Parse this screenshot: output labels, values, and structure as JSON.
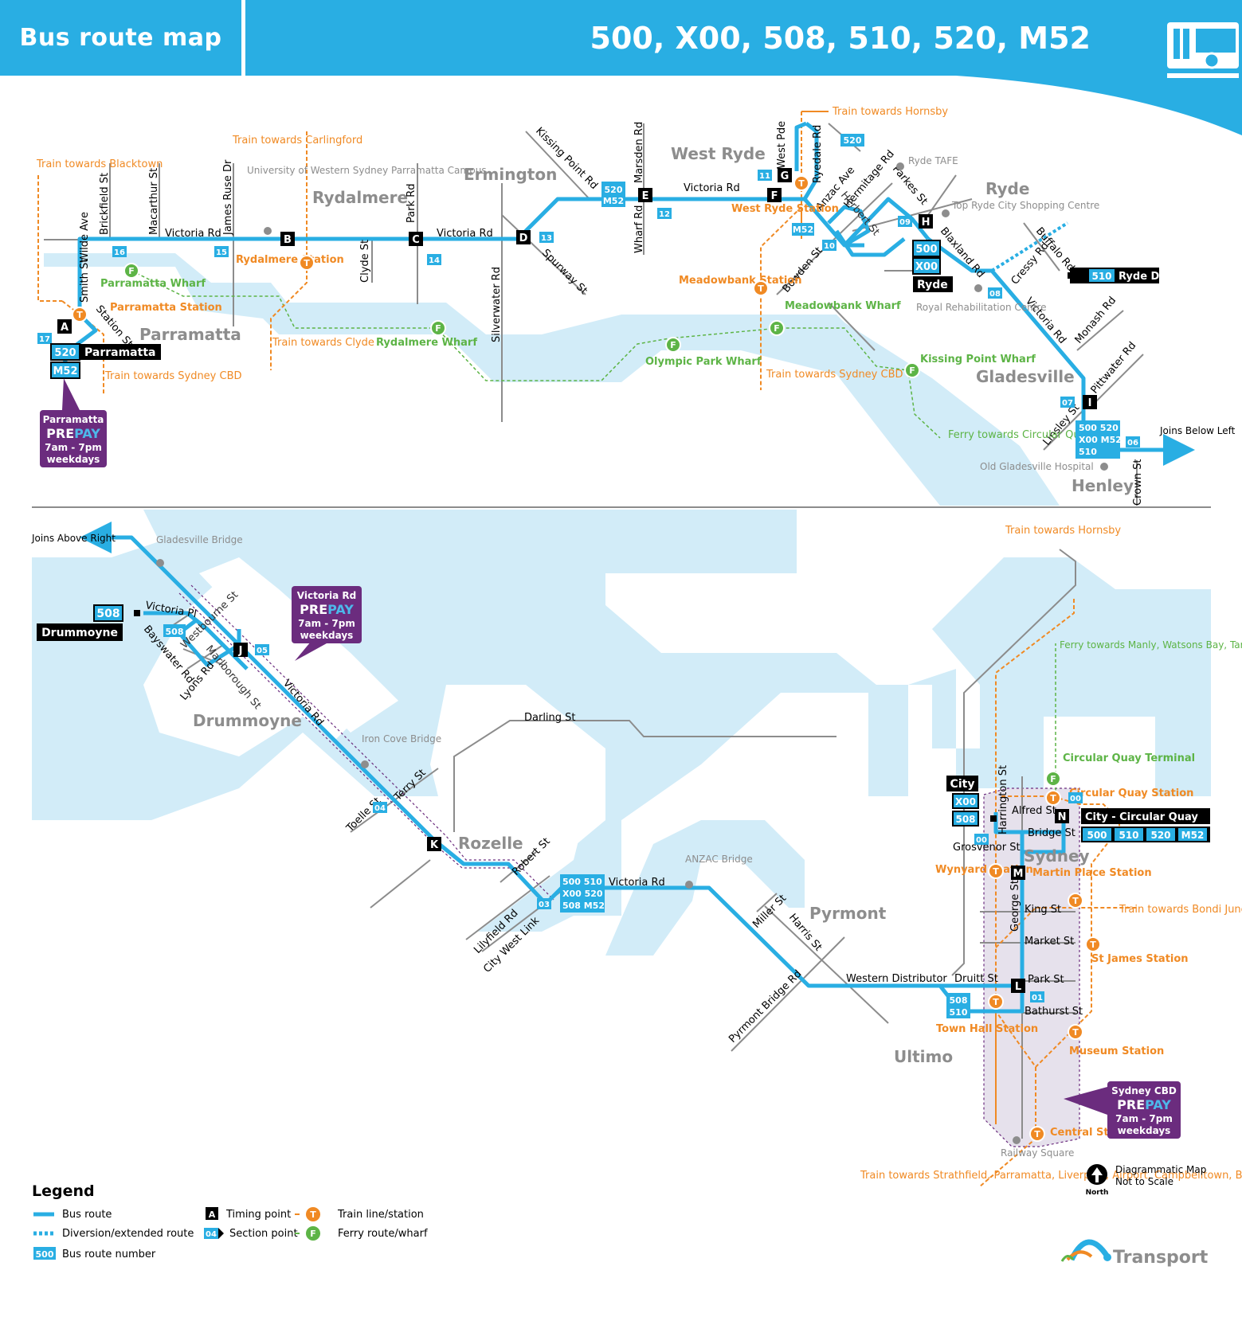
{
  "header": {
    "title": "Bus route map",
    "routes": "500, X00, 508, 510, 520, M52",
    "bus_icon": "bus-icon"
  },
  "colors": {
    "bus": "#29aee3",
    "water": "#d2ecf8",
    "train": "#f08a24",
    "ferry": "#5db446",
    "road": "#8c8c8c",
    "prepay": "#6b2c7e",
    "cbd_zone": "#e6e1ec",
    "suburb": "#8d8d8d"
  },
  "top_map": {
    "suburbs": [
      "Parramatta",
      "Rydalmere",
      "Ermington",
      "West Ryde",
      "Ryde",
      "Gladesville",
      "Henley"
    ],
    "timing_points": [
      {
        "id": "A",
        "label": "A"
      },
      {
        "id": "B",
        "label": "B"
      },
      {
        "id": "C",
        "label": "C"
      },
      {
        "id": "D",
        "label": "D"
      },
      {
        "id": "E",
        "label": "E"
      },
      {
        "id": "F",
        "label": "F"
      },
      {
        "id": "G",
        "label": "G"
      },
      {
        "id": "H",
        "label": "H"
      },
      {
        "id": "I",
        "label": "I"
      }
    ],
    "section_points": [
      "17",
      "16",
      "15",
      "14",
      "13",
      "12",
      "11",
      "10",
      "09",
      "08",
      "07",
      "06"
    ],
    "streets": [
      "Smith St",
      "Wilde Ave",
      "Brickfield St",
      "Macarthur St",
      "James Ruse Dr",
      "Victoria Rd",
      "Clyde St",
      "Park Rd",
      "Silverwater Rd",
      "Spurway St",
      "Kissing Point Rd",
      "Marsden Rd",
      "Wharf Rd",
      "West Pde",
      "Ryedale Rd",
      "Anzac Ave",
      "Hermitage Rd",
      "Herbert St",
      "Parkes St",
      "Bowden St",
      "Blaxland Rd",
      "Cressy Rd",
      "Buffalo Rd",
      "Monash Rd",
      "Pittwater Rd",
      "Linsley St",
      "Crown St",
      "Station St"
    ],
    "train_labels": [
      "Train towards Blacktown",
      "Train towards Carlingford",
      "Train towards Clyde",
      "Train towards Sydney CBD",
      "Train towards Hornsby",
      "Train towards Sydney CBD"
    ],
    "stations": [
      "Parramatta Station",
      "Rydalmere Station",
      "West Ryde Station",
      "Meadowbank Station"
    ],
    "wharves": [
      "Parramatta Wharf",
      "Rydalmere Wharf",
      "Olympic Park Wharf",
      "Meadowbank Wharf",
      "Kissing Point Wharf"
    ],
    "ferry_note": "Ferry towards Circular Quay",
    "landmarks": [
      "University of Western Sydney Parramatta Campus",
      "Ryde TAFE",
      "Top Ryde City Shopping Centre",
      "Royal Rehabilitation Centre",
      "Old Gladesville Hospital"
    ],
    "terminus_parramatta": {
      "name": "Parramatta",
      "routes": [
        "520",
        "M52"
      ]
    },
    "terminus_ryde": {
      "name": "Ryde",
      "routes": [
        "500",
        "X00"
      ]
    },
    "terminus_ryde_depot": {
      "name": "Ryde Depot",
      "routes": [
        "510"
      ]
    },
    "route_tag_ermington": [
      "520",
      "M52"
    ],
    "route_tag_hornsby": "520",
    "route_tag_westryde": "M52",
    "route_tag_gladesville": [
      "500 520",
      "X00 M52",
      "510"
    ],
    "joins": "Joins Below Left",
    "prepay": {
      "place": "Parramatta",
      "brand_a": "PRE",
      "brand_b": "PAY",
      "hours": "7am - 7pm",
      "days": "weekdays"
    }
  },
  "bottom_map": {
    "suburbs": [
      "Drummoyne",
      "Rozelle",
      "Pyrmont",
      "Ultimo",
      "Sydney"
    ],
    "timing_points": [
      {
        "id": "J",
        "label": "J"
      },
      {
        "id": "K",
        "label": "K"
      },
      {
        "id": "L",
        "label": "L"
      },
      {
        "id": "M",
        "label": "M"
      },
      {
        "id": "N",
        "label": "N"
      }
    ],
    "section_points": [
      "05",
      "04",
      "03",
      "01",
      "00",
      "00"
    ],
    "streets": [
      "Victoria Pl",
      "Westbourne St",
      "Bayswater Rd",
      "Lyons Rd",
      "Marlborough St",
      "Victoria Rd",
      "Terry St",
      "Toelle St",
      "Darling St",
      "Robert St",
      "Lilyfield Rd",
      "City West Link",
      "Miller St",
      "Harris St",
      "Pyrmont Bridge Rd",
      "Western Distributor",
      "Druitt St",
      "Harrington St",
      "Alfred St",
      "Bridge St",
      "Grosvenor St",
      "George St",
      "King St",
      "Market St",
      "Park St",
      "Bathurst St"
    ],
    "bridges": [
      "Gladesville Bridge",
      "Iron Cove Bridge",
      "ANZAC Bridge",
      "Railway Square"
    ],
    "stations": [
      "Circular Quay Station",
      "Wynyard Station",
      "Martin Place Station",
      "St James Station",
      "Town Hall Station",
      "Museum Station",
      "Central Station"
    ],
    "wharf": "Circular Quay Terminal",
    "ferry_note": "Ferry towards Manly, Watsons Bay, Taronga Zoo, Mosman, Neutral Bay, Darling Harbour, Woolwich & Parramatta",
    "train_labels": [
      "Train towards Hornsby",
      "Train towards Bondi Junction",
      "Train towards Strathfield, Parramatta, Liverpool, Airport, Campbelltown, Bankstown & Sutherland"
    ],
    "joins": "Joins Above Right",
    "terminus_drummoyne": {
      "name": "Drummoyne",
      "routes": [
        "508"
      ]
    },
    "route_tag_drummoyne_loop": "508",
    "route_tag_rozelle": [
      "500 510",
      "X00 520",
      "508 M52"
    ],
    "route_tag_druitt": [
      "508",
      "510"
    ],
    "terminus_city": {
      "name": "City",
      "routes": [
        "X00",
        "508"
      ]
    },
    "terminus_cq": {
      "name": "City - Circular Quay",
      "routes": [
        "500",
        "510",
        "520",
        "M52"
      ]
    },
    "prepay_victoria": {
      "place": "Victoria Rd",
      "brand_a": "PRE",
      "brand_b": "PAY",
      "hours": "7am - 7pm",
      "days": "weekdays"
    },
    "prepay_cbd": {
      "place": "Sydney CBD",
      "brand_a": "PRE",
      "brand_b": "PAY",
      "hours": "7am - 7pm",
      "days": "weekdays"
    }
  },
  "north": {
    "label": "North",
    "note1": "Diagrammatic Map",
    "note2": "Not to Scale"
  },
  "logo": {
    "text": "Transport"
  },
  "legend": {
    "title": "Legend",
    "items": [
      {
        "key": "bus-route",
        "label": "Bus route"
      },
      {
        "key": "diversion",
        "label": "Diversion/extended route"
      },
      {
        "key": "route-number",
        "label": "Bus route number",
        "sample": "500"
      },
      {
        "key": "timing-point",
        "label": "Timing point",
        "sample": "A"
      },
      {
        "key": "section-point",
        "label": "Section point",
        "sample": "04"
      },
      {
        "key": "train",
        "label": "Train line/station",
        "sample": "T"
      },
      {
        "key": "ferry",
        "label": "Ferry route/wharf",
        "sample": "F"
      }
    ]
  }
}
